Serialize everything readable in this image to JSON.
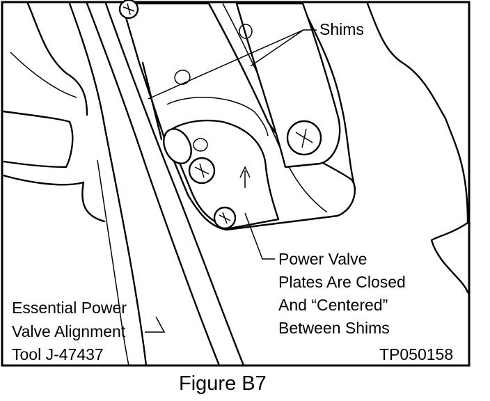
{
  "labels": {
    "shims": "Shims",
    "power_valve": [
      "Power Valve",
      "Plates Are Closed",
      "And “Centered”",
      "Between Shims"
    ],
    "tool": [
      "Essential Power",
      "Valve Alignment",
      "Tool J-47437"
    ],
    "code": "TP050158"
  },
  "caption": "Figure B7"
}
